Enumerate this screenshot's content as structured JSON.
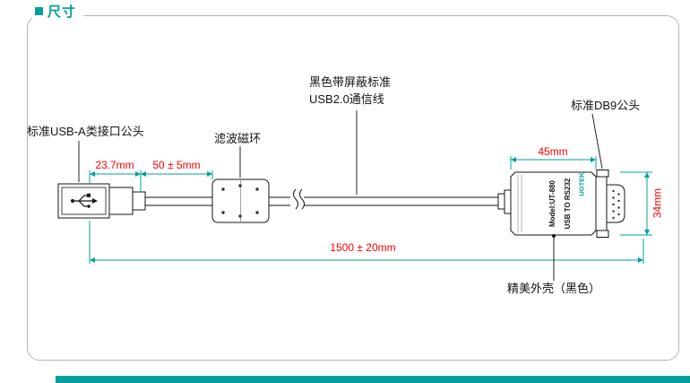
{
  "title": "尺寸",
  "colors": {
    "accent_teal": "#00a09a",
    "dimension_red": "#fe0000",
    "line_black": "#141414",
    "frame_gray": "#b5b5b5"
  },
  "callouts": {
    "usb": "标准USB-A类接口公头",
    "ferrite": "滤波磁环",
    "cable_line1": "黑色带屏蔽标准",
    "cable_line2": "USB2.0通信线",
    "db9": "标准DB9公头",
    "shell": "精美外壳（黑色）"
  },
  "dims": {
    "usb_length": "23.7mm",
    "usb_to_ferrite": "50 ± 5mm",
    "housing_length": "45mm",
    "connector_height": "34mm",
    "total_length": "1500 ± 20mm"
  },
  "device": {
    "brand": "UOTEK",
    "model": "Model:UT-880",
    "product": "USB TO RS232"
  }
}
